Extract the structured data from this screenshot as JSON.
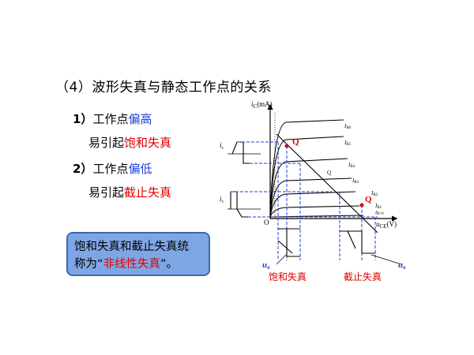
{
  "title": "（4）波形失真与静态工作点的关系",
  "items": [
    {
      "num": "1）",
      "prefix": "工作点",
      "key": "偏高"
    },
    {
      "line2_prefix": "易引起",
      "line2_key": "饱和失真"
    },
    {
      "num": "2）",
      "prefix": "工作点",
      "key": "偏低"
    },
    {
      "line2_prefix": "易引起",
      "line2_key": "截止失真"
    }
  ],
  "note": {
    "line1": "饱和失真和截止失真统",
    "line2_prefix": "称为“",
    "line2_key": "非线性失真",
    "line2_suffix": "”。"
  },
  "diagram": {
    "y_axis_label": "i",
    "y_axis_sub": "C",
    "y_axis_unit": "(mA)",
    "x_axis_label": "u",
    "x_axis_sub": "CE",
    "x_axis_unit": "(V)",
    "origin": "O",
    "curve_labels": [
      "I",
      "I",
      "I",
      "I",
      "I",
      "I"
    ],
    "curve_subs": [
      "B6",
      "B5",
      "B4",
      "B3",
      "B2",
      "B1"
    ],
    "ib0": "I",
    "ib0_sub": "B=0",
    "q_high": "Q",
    "q_mid": "Q",
    "q_low": "Q",
    "ic_label_1": "i",
    "ic_sub_1": "c",
    "ic_label_2": "i",
    "ic_sub_2": "c",
    "uo_label_1": "u",
    "uo_sub_1": "o",
    "uo_label_2": "u",
    "uo_sub_2": "o",
    "caption_left": "饱和失真",
    "caption_right": "截止失真",
    "accent_red": "#e00000",
    "accent_blue": "#1f3fd8"
  }
}
